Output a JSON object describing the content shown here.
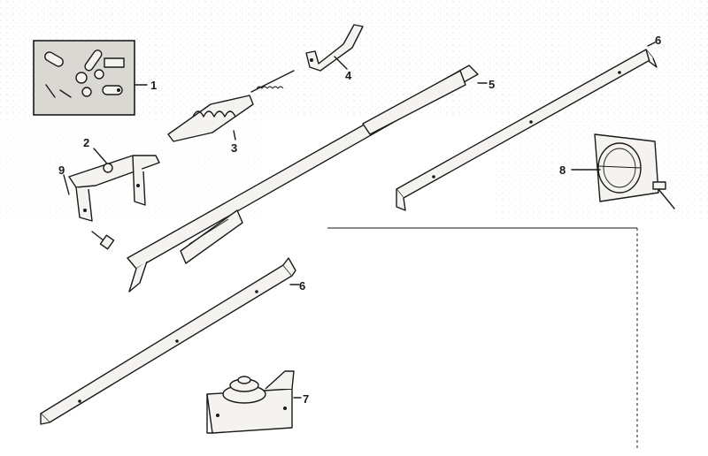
{
  "diagram": {
    "callouts": [
      {
        "id": "1",
        "label": "1"
      },
      {
        "id": "2",
        "label": "2"
      },
      {
        "id": "3",
        "label": "3"
      },
      {
        "id": "4",
        "label": "4"
      },
      {
        "id": "5",
        "label": "5"
      },
      {
        "id": "6a",
        "label": "6"
      },
      {
        "id": "6b",
        "label": "6"
      },
      {
        "id": "7",
        "label": "7"
      },
      {
        "id": "8",
        "label": "8"
      },
      {
        "id": "9",
        "label": "9"
      }
    ]
  },
  "colors": {
    "ink": "#1a1a1a",
    "paper": "#ffffff",
    "speckle": "#7a7a7a"
  }
}
